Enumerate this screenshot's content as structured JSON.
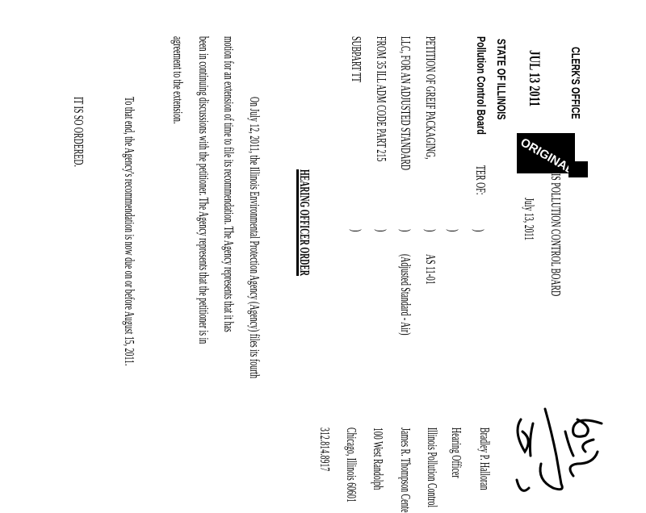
{
  "stamp": {
    "clerk": "CLERK'S OFFICE",
    "date": "JUL 13 2011",
    "state": "STATE OF ILLINOIS",
    "board": "Pollution Control Board",
    "original": "ORIGINAL"
  },
  "header": {
    "board_title": "IS POLLUTION CONTROL BOARD",
    "date": "July 13, 2011"
  },
  "caption": {
    "in_the_matter": "TER OF:",
    "lines": [
      "PETITION OF GREIF PACKAGING,",
      "LLC, FOR AN ADJUSTED STANDARD",
      "FROM 35 ILL ADM CODE PART 215",
      "SUBPART TT"
    ],
    "paren": ")",
    "case_no": "AS 11-01",
    "case_type": "(Adjusted Standard - Air)"
  },
  "title": "HEARING OFFICER ORDER",
  "body": [
    "On July 12, 2011, the Illinois Environmental Protection Agency (Agency) files its fourth",
    "motion for an extension of time to file its recommendation. The Agency represents that it has",
    "been in continuing discussions with the petitioner. The Agency represents that the petitioner is in",
    "agreement to the extension.",
    "To that end, the Agency's recommendation is now due on or before August 15, 2011.",
    "IT IS SO ORDERED."
  ],
  "signature_text": "Bradley P.",
  "contact": [
    "Bradley P. Halloran",
    "Hearing Officer",
    "Illinois Pollution Control",
    "James R. Thompson Cente",
    "100 West Randolph",
    "Chicago, Illinois 60601",
    "312.814.8917"
  ]
}
